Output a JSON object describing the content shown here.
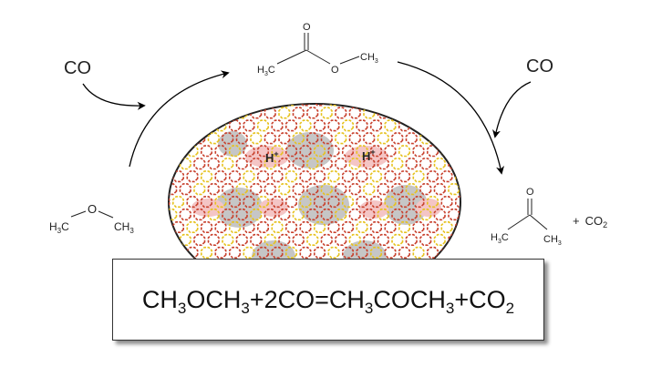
{
  "reagents": {
    "co_left": "CO",
    "co_right": "CO"
  },
  "dimethyl_ether": {
    "left_group": "H",
    "left_sub": "3",
    "left_c": "C",
    "oxygen": "O",
    "right_group": "CH",
    "right_sub": "3"
  },
  "methyl_acetate": {
    "carbonyl_o": "O",
    "left_group": "H",
    "left_sub": "3",
    "left_c": "C",
    "ester_o": "O",
    "right_group": "CH",
    "right_sub": "3"
  },
  "acetone": {
    "carbonyl_o": "O",
    "left_group": "H",
    "left_sub": "3",
    "left_c": "C",
    "right_group": "CH",
    "right_sub": "3"
  },
  "co2_product": {
    "plus": "+",
    "formula": "CO",
    "sub": "2"
  },
  "catalyst": {
    "acid_site_1": "H",
    "acid_site_2": "H",
    "charge": "+",
    "colors": {
      "framework_red": "#c8412d",
      "framework_yellow": "#e6c21f",
      "pore_gray": "#c6c6c6",
      "pore_pink": "#f4c5c5",
      "acid_label": "#b30000"
    }
  },
  "equation": {
    "p1": "CH",
    "s1": "3",
    "p2": "OCH",
    "s2": "3",
    "p3": "+2CO=CH",
    "s3": "3",
    "p4": "COCH",
    "s4": "3",
    "p5": "+CO",
    "s5": "2"
  }
}
